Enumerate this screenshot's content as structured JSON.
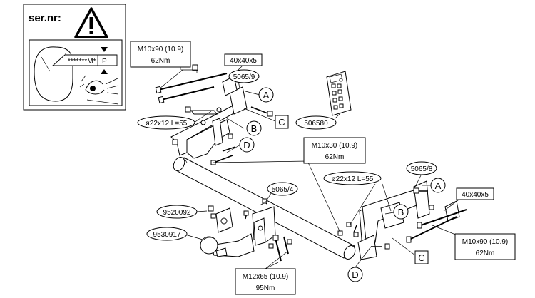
{
  "serial_panel": {
    "title": "ser.nr:",
    "plate_text": "*******M*",
    "plate_letter": "P"
  },
  "labels": {
    "bolt_top_left": [
      "M10x90 (10.9)",
      "62Nm"
    ],
    "plate_top_left": "40x40x5",
    "part_5065_9": "5065/9",
    "letter_a_left": "A",
    "letter_c_left": "C",
    "pin_left": "ø22x12 L=55",
    "letter_b_left": "B",
    "letter_d_left": "D",
    "wiring_kit": "506580",
    "bolt_mid": [
      "M10x30 (10.9)",
      "62Nm"
    ],
    "pin_right": "ø22x12 L=55",
    "part_5065_8": "5065/8",
    "letter_a_right": "A",
    "plate_right": "40x40x5",
    "part_5065_4": "5065/4",
    "part_9520092": "9520092",
    "part_9530917": "9530917",
    "letter_b_right": "B",
    "bolt_right": [
      "M10x90 (10.9)",
      "62Nm"
    ],
    "letter_c_right": "C",
    "letter_d_right": "D",
    "bolt_bottom": [
      "M12x65 (10.9)",
      "95Nm"
    ]
  }
}
